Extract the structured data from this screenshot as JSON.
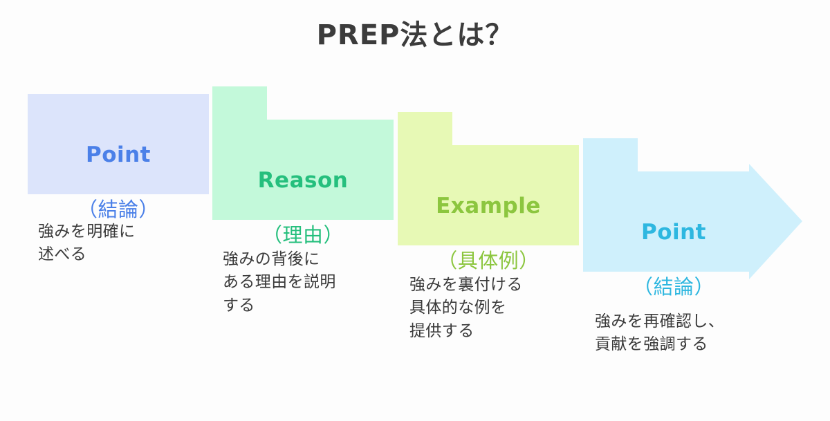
{
  "slide": {
    "title": "PREP法とは？",
    "background_color": "#fdfdfd",
    "title_color": "#3c3c3c"
  },
  "steps": [
    {
      "id": "point-1",
      "en": "Point",
      "jp": "（結論）",
      "caption": "強みを明確に\n述べる",
      "fill": "#dce4fb",
      "text_color": "#4b80e8",
      "shape": "rectangle"
    },
    {
      "id": "reason",
      "en": "Reason",
      "jp": "（理由）",
      "caption": "強みの背後に\nある理由を説明\nする",
      "fill": "#c3f9da",
      "text_color": "#25bf7d",
      "shape": "chevron-tab"
    },
    {
      "id": "example",
      "en": "Example",
      "jp": "（具体例）",
      "caption": "強みを裏付ける\n具体的な例を\n提供する",
      "fill": "#e7f9b5",
      "text_color": "#8cc63f",
      "shape": "chevron-tab"
    },
    {
      "id": "point-2",
      "en": "Point",
      "jp": "（結論）",
      "caption": "強みを再確認し、\n貢献を強調する",
      "fill": "#cff0fc",
      "text_color": "#2eb7e0",
      "shape": "arrow-tab"
    }
  ],
  "caption_color": "#3a3a3a"
}
